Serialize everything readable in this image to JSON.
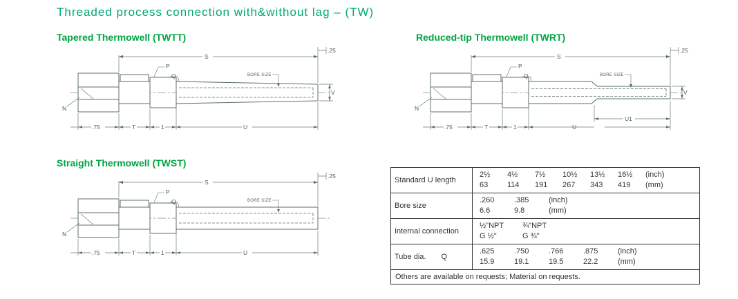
{
  "title": "Threaded process connection with&without lag – (TW)",
  "headings": {
    "twtt": "Tapered Thermowell (TWTT)",
    "twrt": "Reduced-tip Thermowell (TWRT)",
    "twst": "Straight Thermowell (TWST)"
  },
  "dims": {
    "s": "S",
    "p": "P",
    "q": "Q",
    "n": "N",
    "v": "V",
    "t": "T",
    "one": "1",
    "u": "U",
    "u1": "U1",
    "quarter": ".25",
    "threequarter": ".75",
    "bore": "BORE SIZE"
  },
  "colors": {
    "title_green": "#00a878",
    "heading_green": "#00a442",
    "drawing_line": "#5c6c6c",
    "table_border": "#333333"
  },
  "table": {
    "rows": [
      {
        "label": "Standard U length",
        "line1": [
          "2½",
          "4½",
          "7½",
          "10½",
          "13½",
          "16½"
        ],
        "line1_unit": "(inch)",
        "line2": [
          "63",
          "114",
          "191",
          "267",
          "343",
          "419"
        ],
        "line2_unit": "(mm)"
      },
      {
        "label": "Bore size",
        "line1": [
          ".260",
          ".385"
        ],
        "line1_unit": "(inch)",
        "line2": [
          "6.6",
          "9.8"
        ],
        "line2_unit": "(mm)"
      },
      {
        "label": "Internal connection",
        "line1": [
          "½\"NPT",
          "¾\"NPT"
        ],
        "line1_unit": "",
        "line2": [
          "G ½\"",
          "G ¾\""
        ],
        "line2_unit": ""
      },
      {
        "label": "Tube dia.",
        "label2": "Q",
        "line1": [
          ".625",
          ".750",
          ".766",
          ".875"
        ],
        "line1_unit": "(inch)",
        "line2": [
          "15.9",
          "19.1",
          "19.5",
          "22.2"
        ],
        "line2_unit": "(mm)"
      }
    ],
    "footer": "Others are available on requests; Material on requests."
  }
}
